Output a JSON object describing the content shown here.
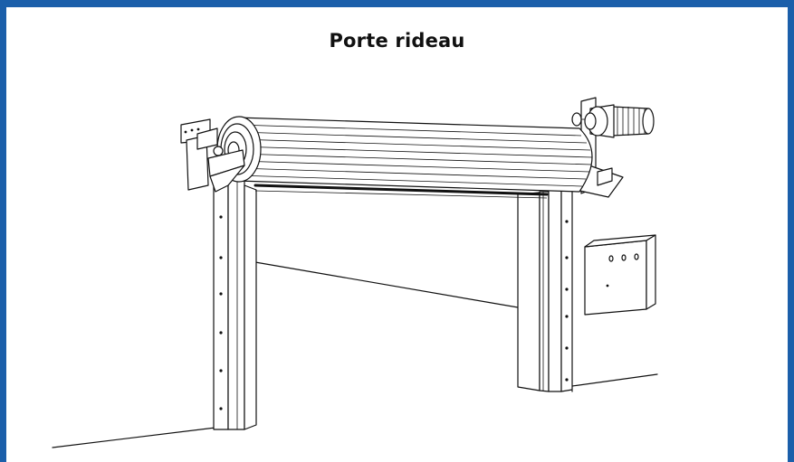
{
  "title": "Porte rideau",
  "accent_color": "#1b5faa",
  "illustration": {
    "subject": "roller-shutter-door",
    "icon": "roller-door-drawing"
  }
}
